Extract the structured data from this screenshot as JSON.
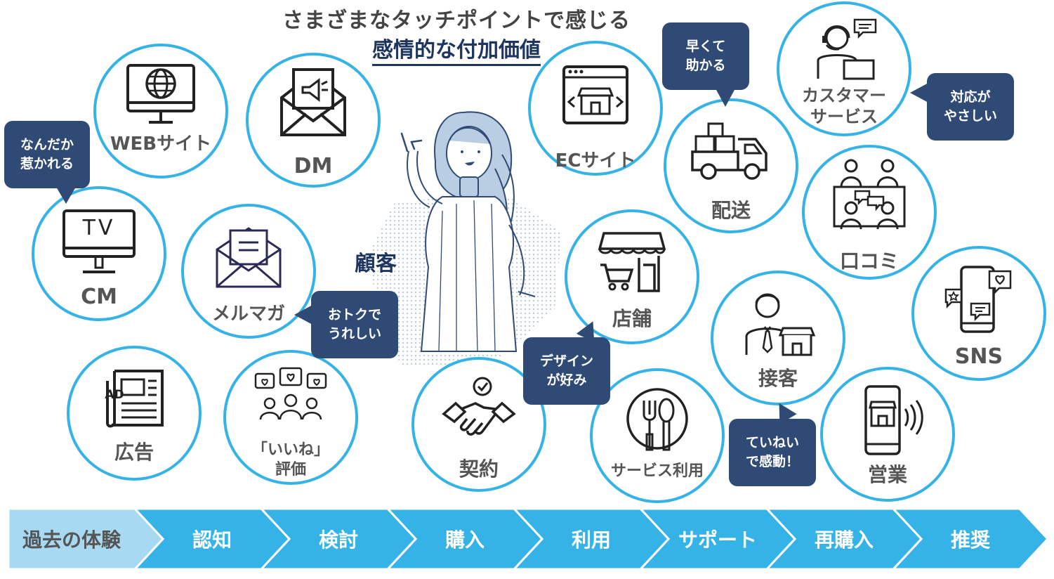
{
  "title": {
    "line1": "さまざまなタッチポイントで感じる",
    "line2": "感情的な付加価値"
  },
  "customer_label": "顧客",
  "touchpoints": {
    "web": "WEBサイト",
    "dm": "DM",
    "tv_icon_text": "TV",
    "cm": "CM",
    "merumaga": "メルマガ",
    "kokoku": "広告",
    "ad_icon_text": "AD",
    "iine_line1": "「いいね」",
    "iine_line2": "評価",
    "keiyaku": "契約",
    "ec": "ECサイト",
    "tenpo": "店舗",
    "service_use": "サービス利用",
    "haiso": "配送",
    "customer_service_line1": "カスタマー",
    "customer_service_line2": "サービス",
    "kuchikomi": "口コミ",
    "sns": "SNS",
    "sekkyaku": "接客",
    "eigyo": "営業"
  },
  "bubbles": {
    "nandaka": [
      "なんだか",
      "惹かれる"
    ],
    "otoku": [
      "おトクで",
      "うれしい"
    ],
    "design": [
      "デザイン",
      "が好み"
    ],
    "hayakute": [
      "早くて",
      "助かる"
    ],
    "taio": [
      "対応が",
      "やさしい"
    ],
    "teinei": [
      "ていねい",
      "で感動！"
    ]
  },
  "stages": [
    "過去の体験",
    "認知",
    "検討",
    "購入",
    "利用",
    "サポート",
    "再購入",
    "推奨"
  ],
  "colors": {
    "ring": "#36b3e6",
    "bubble": "#2f4a75",
    "timeline_first": "#a7daf2",
    "timeline": "#36b3e6",
    "title_accent": "#1e3560"
  }
}
